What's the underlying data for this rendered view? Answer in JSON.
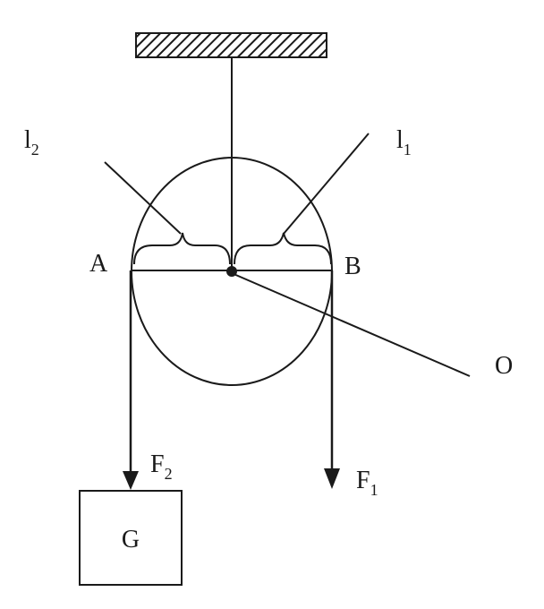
{
  "labels": {
    "l2_main": "l",
    "l2_sub": "2",
    "l1_main": "l",
    "l1_sub": "1",
    "point_a": "A",
    "point_b": "B",
    "point_o": "O",
    "force_f2_main": "F",
    "force_f2_sub": "2",
    "force_f1_main": "F",
    "force_f1_sub": "1",
    "weight": "G"
  },
  "colors": {
    "ink": "#1a1a1a",
    "background": "#ffffff"
  }
}
